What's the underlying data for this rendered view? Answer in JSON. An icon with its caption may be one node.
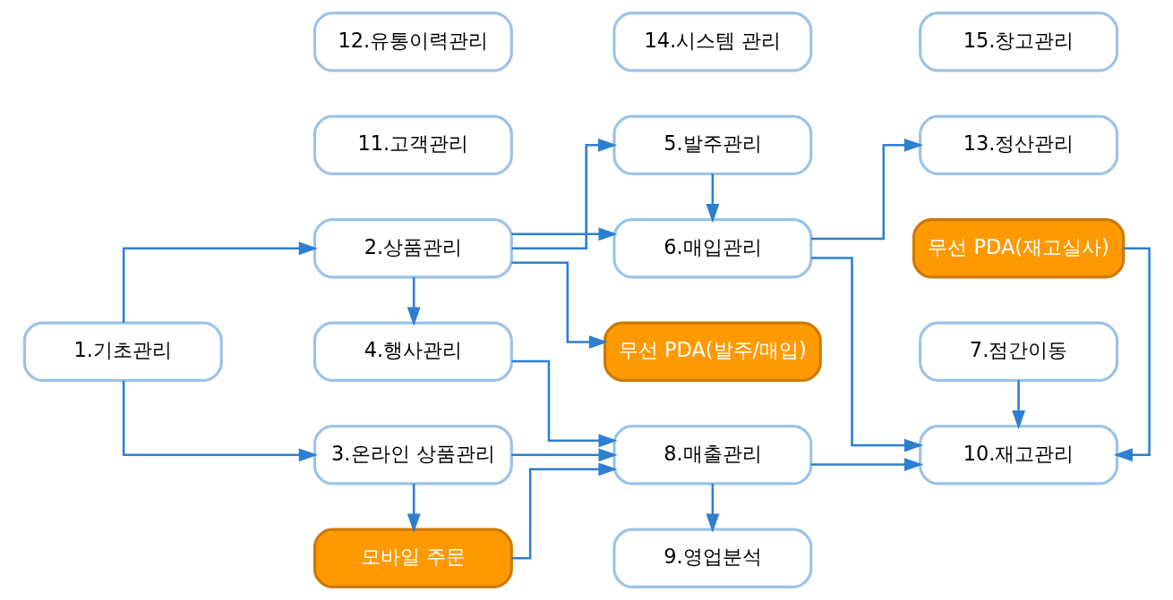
{
  "diagram": {
    "nodes": [
      {
        "text": [
          "1.기초관리"
        ]
      },
      {
        "text": [
          "2.상품관리"
        ]
      },
      {
        "text": [
          "5.발주관리"
        ]
      },
      {
        "text": [
          "13.정산관리"
        ]
      },
      {
        "text": [
          "4.행사관리"
        ]
      },
      {
        "text": [
          "6.매입관리"
        ]
      },
      {
        "text": [
          "무선 PDA(재고실사)"
        ]
      },
      {
        "text": [
          "3.온라인 상품관리"
        ]
      },
      {
        "text": [
          "무선 PDA(발주/매입)"
        ]
      },
      {
        "text": [
          "10.재고관리"
        ]
      },
      {
        "text": [
          "모바일 주문"
        ]
      },
      {
        "text": [
          "8.매출관리"
        ]
      },
      {
        "text": [
          "7.점간이동"
        ]
      },
      {
        "text": [
          "11.고객관리"
        ]
      },
      {
        "text": [
          "9.영업분석"
        ]
      },
      {
        "text": [
          "12.유통이력관리"
        ]
      },
      {
        "text": [
          "14.시스템 관리"
        ]
      },
      {
        "text": [
          "15.창고관리"
        ]
      }
    ],
    "edges": [
      {
        "from": 0,
        "to": 1,
        "arrow": "to"
      },
      {
        "from": 0,
        "to": 7,
        "arrow": "to"
      },
      {
        "from": 1,
        "to": 4,
        "arrow": "to"
      },
      {
        "from": 1,
        "to": 2,
        "arrow": "to"
      },
      {
        "from": 1,
        "to": 5,
        "arrow": "to"
      },
      {
        "from": 1,
        "to": 8,
        "arrow": "to"
      },
      {
        "from": 2,
        "to": 5,
        "arrow": "to"
      },
      {
        "from": 5,
        "to": 3,
        "arrow": "to"
      },
      {
        "from": 6,
        "to": 9,
        "arrow": "to"
      },
      {
        "from": 7,
        "to": 10,
        "arrow": "to"
      },
      {
        "from": 4,
        "to": 11,
        "arrow": "to"
      },
      {
        "from": 7,
        "to": 11,
        "arrow": "to"
      },
      {
        "from": 10,
        "to": 11,
        "arrow": "to"
      },
      {
        "from": 5,
        "to": 9,
        "arrow": "to"
      },
      {
        "from": 11,
        "to": 9,
        "arrow": "to"
      },
      {
        "from": 11,
        "to": 14,
        "arrow": "to"
      },
      {
        "from": 12,
        "to": 9,
        "arrow": "to"
      }
    ]
  }
}
